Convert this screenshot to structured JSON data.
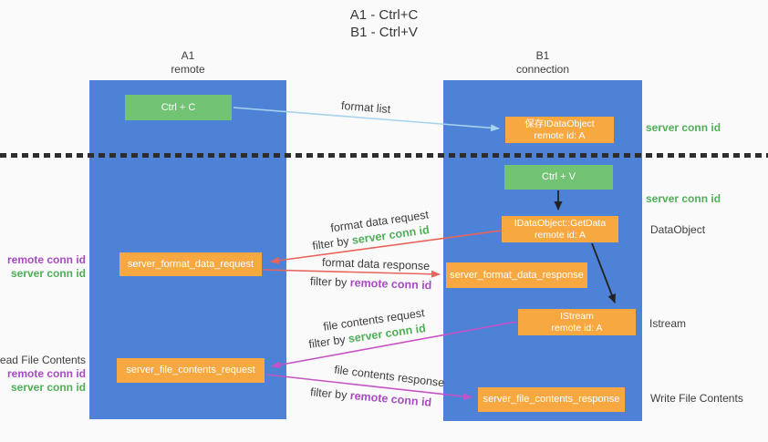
{
  "title": {
    "line1": "A1 - Ctrl+C",
    "line2": "B1 - Ctrl+V"
  },
  "lanes": {
    "a1": {
      "name": "A1",
      "subtitle": "remote"
    },
    "b1": {
      "name": "B1",
      "subtitle": "connection"
    }
  },
  "nodes": {
    "ctrl_c": {
      "label": "Ctrl + C"
    },
    "save_dataobject": {
      "line1": "保存IDataObject",
      "line2": "remote id: A"
    },
    "ctrl_v": {
      "label": "Ctrl + V"
    },
    "getdata": {
      "line1": "IDataObject::GetData",
      "line2": "remote id: A"
    },
    "format_request": {
      "label": "server_format_data_request"
    },
    "format_response": {
      "label": "server_format_data_response"
    },
    "istream": {
      "line1": "IStream",
      "line2": "remote id: A"
    },
    "file_request": {
      "label": "server_file_contents_request"
    },
    "file_response": {
      "label": "server_file_contents_response"
    }
  },
  "right_labels": {
    "server_conn_id_top": "server conn id",
    "server_conn_id_mid": "server conn id",
    "dataobject": "DataObject",
    "istream": "Istream",
    "write_file_contents": "Write File Contents"
  },
  "left_labels": {
    "remote_conn_id_top": "remote conn id",
    "server_conn_id_top": "server conn id",
    "read_file_contents": "Read File Contents",
    "remote_conn_id_bottom": "remote conn id",
    "server_conn_id_bottom": "server conn id"
  },
  "mid_labels": {
    "format_list": "format list",
    "rows": [
      {
        "line": "format data request",
        "filter_prefix": "filter by ",
        "filter_value": "server conn id"
      },
      {
        "line": "format data response",
        "filter_prefix": "filter by ",
        "filter_value": "remote conn id"
      },
      {
        "line": "file contents request",
        "filter_prefix": "filter by ",
        "filter_value": "server conn id"
      },
      {
        "line": "file contents response",
        "filter_prefix": "filter by ",
        "filter_value": "remote conn id"
      }
    ]
  },
  "colors": {
    "lane_blue": "#4e82d6",
    "box_orange": "#f8a840",
    "box_green": "#73c375",
    "green_text": "#4fae57",
    "purple_text": "#a94ac4",
    "arrow_light_blue": "#a6d2ee",
    "arrow_red": "#e8645c",
    "arrow_magenta": "#c653c6",
    "arrow_black": "#222222",
    "dashed_line": "#2d2d2d",
    "background": "#fafafa"
  }
}
